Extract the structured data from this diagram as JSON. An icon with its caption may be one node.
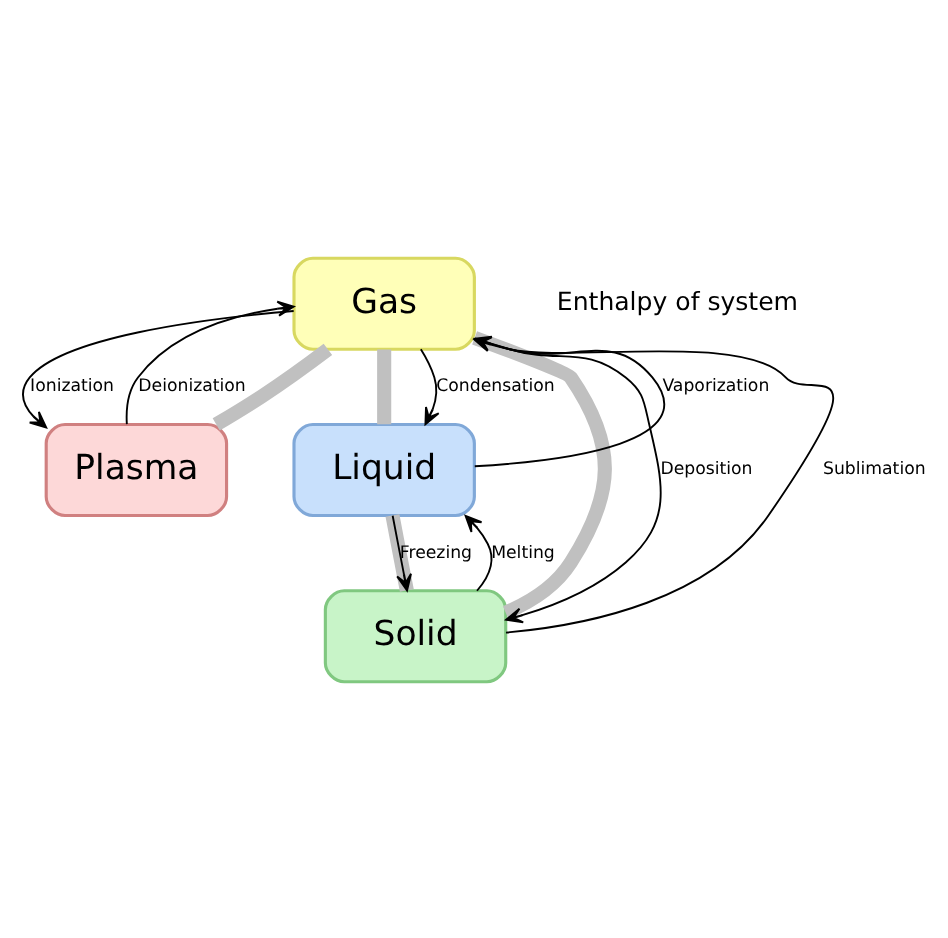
{
  "diagram": {
    "nodes": [
      {
        "text": [
          "Plasma"
        ]
      },
      {
        "text": [
          "Gas"
        ]
      },
      {
        "text": [
          "Liquid"
        ]
      },
      {
        "text": [
          "Solid"
        ]
      }
    ],
    "edges": [
      {
        "from": 1,
        "to": 0,
        "arrow": "none",
        "style": "thick",
        "color": "#c0c0c0"
      },
      {
        "from": 1,
        "to": 2,
        "arrow": "none",
        "style": "thick",
        "color": "#c0c0c0"
      },
      {
        "from": 1,
        "to": 3,
        "arrow": "none",
        "style": "thick",
        "color": "#c0c0c0"
      },
      {
        "from": 2,
        "to": 3,
        "arrow": "none",
        "style": "thick",
        "color": "#c0c0c0"
      },
      {
        "from": 0,
        "to": 1,
        "arrow": "to",
        "label": "Deionization"
      },
      {
        "from": 1,
        "to": 0,
        "arrow": "to",
        "label": "Ionization"
      },
      {
        "from": 2,
        "to": 1,
        "arrow": "to",
        "label": "Vaporization"
      },
      {
        "from": 1,
        "to": 2,
        "arrow": "to",
        "label": "Condensation"
      },
      {
        "from": 1,
        "to": 3,
        "arrow": "to",
        "label": "Deposition"
      },
      {
        "from": 3,
        "to": 1,
        "arrow": "to",
        "label": "Sublimation"
      },
      {
        "from": 2,
        "to": 3,
        "arrow": "to",
        "label": "Freezing"
      },
      {
        "from": 3,
        "to": 2,
        "arrow": "to",
        "label": "Melting"
      }
    ],
    "labels": [
      "Enthalpy of system"
    ]
  }
}
